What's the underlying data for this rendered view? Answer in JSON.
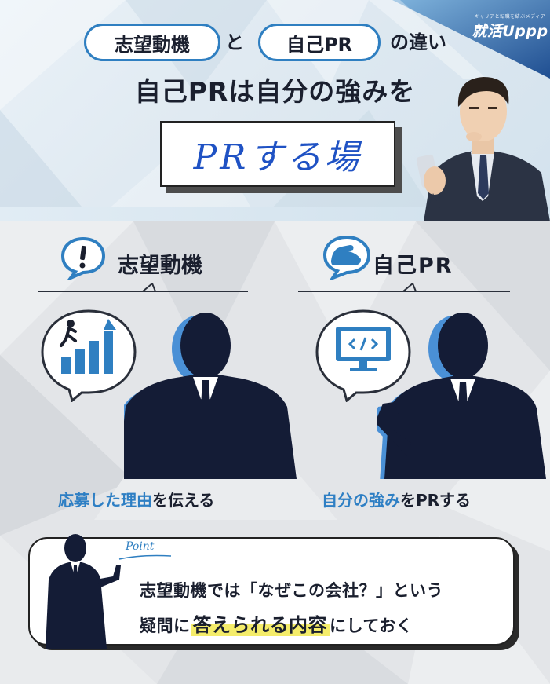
{
  "header": {
    "brand_tagline": "キャリアと転職を結ぶメディア",
    "brand_logo": "就活Uppp",
    "pill_motive": "志望動機",
    "word_to": "と",
    "pill_pr": "自己PR",
    "word_diff": "の違い",
    "line2": "自己PRは自分の強みを",
    "boxed_phrase": "PRする場"
  },
  "motive": {
    "title": "志望動機",
    "icon": "exclamation-speech-icon",
    "bubble_icon": "growth-chart-climber-icon",
    "caption_highlight": "応募した理由",
    "caption_rest": "を伝える"
  },
  "pr": {
    "title": "自己PR",
    "icon": "flexed-arm-speech-icon",
    "bubble_icon": "code-monitor-icon",
    "caption_highlight": "自分の強み",
    "caption_rest": "をPRする"
  },
  "point": {
    "label": "Point",
    "line1": "志望動機では「なぜこの会社？」という",
    "line2_pre": "疑問に",
    "line2_highlight": "答えられる内容",
    "line2_post": "にしておく"
  },
  "colors": {
    "accent_blue": "#2f7fc1",
    "highlight_yellow": "#f4ec6a",
    "title_blue": "#1f52c4"
  }
}
